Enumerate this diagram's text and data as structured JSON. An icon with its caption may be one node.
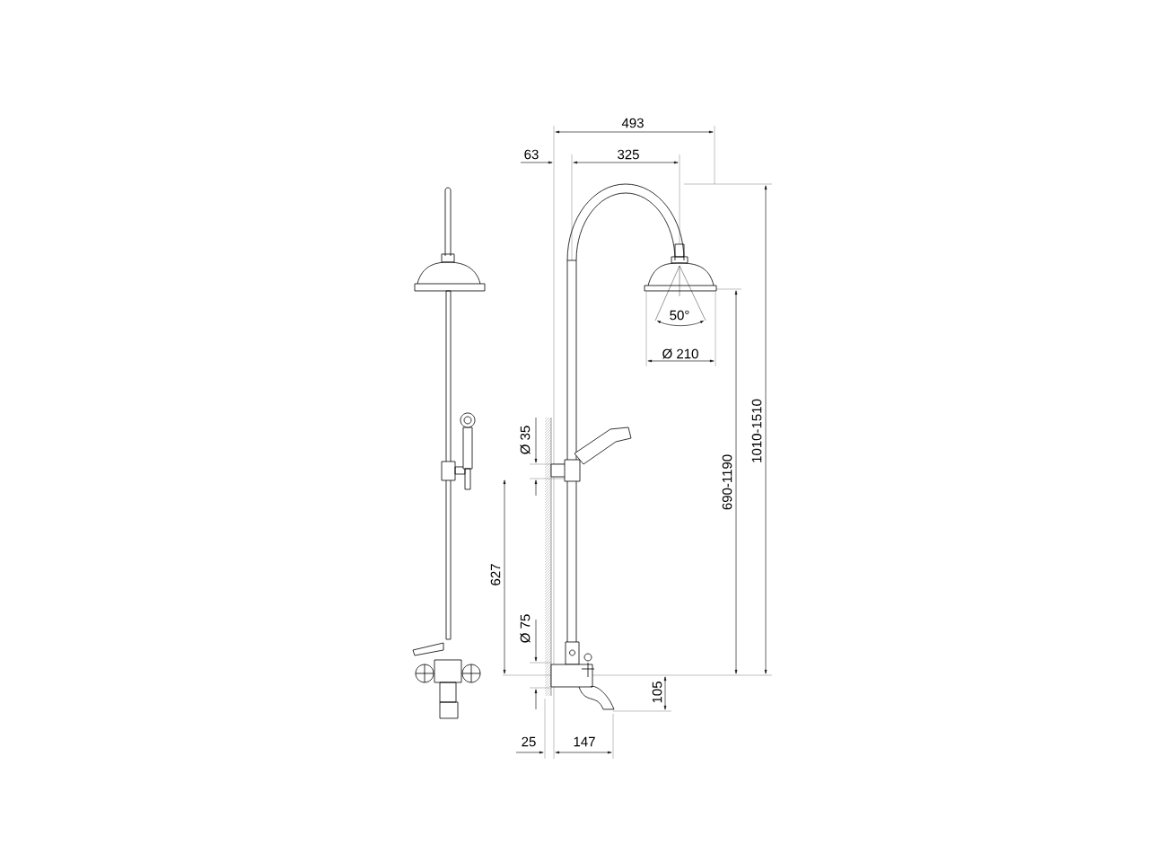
{
  "diagram": {
    "labels": [
      "493",
      "63",
      "325",
      "50°",
      "Ø 210",
      "Ø 35",
      "1010-1510",
      "690-1190",
      "627",
      "Ø 75",
      "105",
      "25",
      "147"
    ]
  }
}
